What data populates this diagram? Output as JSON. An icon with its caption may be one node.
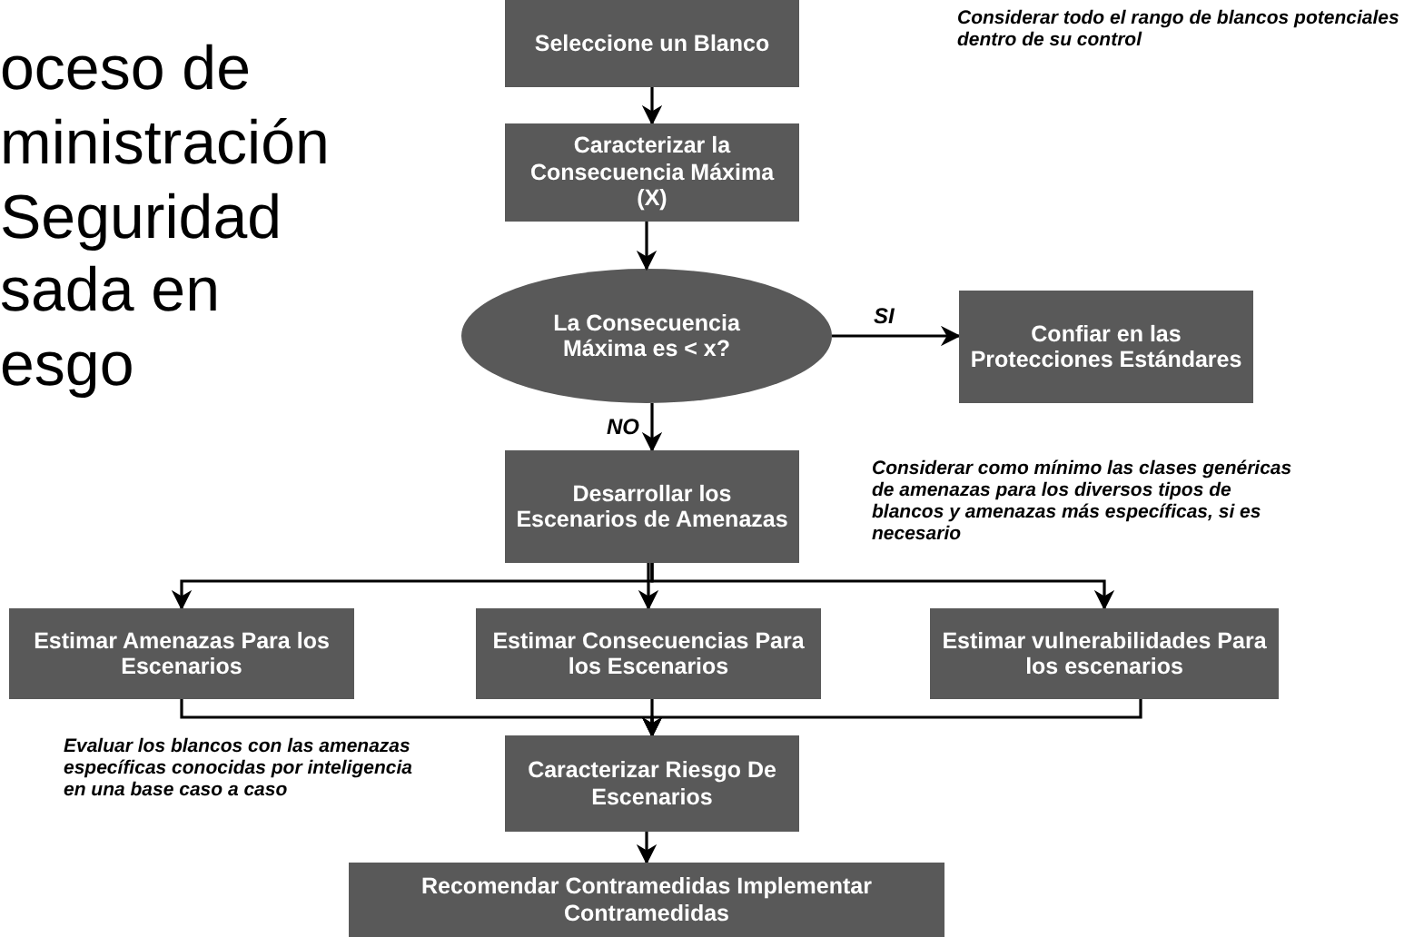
{
  "diagram": {
    "title": "oceso de ministración Seguridad sada en esgo",
    "nodes": [
      {
        "text": [
          "Seleccione un Blanco"
        ]
      },
      {
        "text": [
          "Caracterizar la Consecuencia Máxima (X)"
        ]
      },
      {
        "text": [
          "La Consecuencia Máxima es < x?"
        ]
      },
      {
        "text": [
          "Confiar en las Protecciones Estándares"
        ]
      },
      {
        "text": [
          "Desarrollar los Escenarios de Amenazas"
        ]
      },
      {
        "text": [
          "Estimar Amenazas Para los Escenarios"
        ]
      },
      {
        "text": [
          "Estimar Consecuencias Para los Escenarios"
        ]
      },
      {
        "text": [
          "Estimar vulnerabilidades Para los escenarios"
        ]
      },
      {
        "text": [
          "Caracterizar Riesgo De Escenarios"
        ]
      },
      {
        "text": [
          "Recomendar Contramedidas Implementar Contramedidas"
        ]
      }
    ],
    "edges": [
      {
        "from": 0,
        "to": 1,
        "arrow": "to"
      },
      {
        "from": 1,
        "to": 2,
        "arrow": "to"
      },
      {
        "from": 2,
        "to": 3,
        "arrow": "to",
        "label": "SI"
      },
      {
        "from": 2,
        "to": 4,
        "arrow": "to",
        "label": "NO"
      },
      {
        "from": 4,
        "to": 5,
        "arrow": "to"
      },
      {
        "from": 4,
        "to": 6,
        "arrow": "to"
      },
      {
        "from": 4,
        "to": 7,
        "arrow": "to"
      },
      {
        "from": 5,
        "to": 8,
        "arrow": "to"
      },
      {
        "from": 6,
        "to": 8,
        "arrow": "to"
      },
      {
        "from": 7,
        "to": 8,
        "arrow": "to"
      },
      {
        "from": 8,
        "to": 9,
        "arrow": "to"
      }
    ],
    "labels": [
      "Considerar todo el rango de blancos potenciales dentro de su control",
      "Considerar como mínimo las clases genéricas de amenazas para los diversos tipos de blancos y amenazas más específicas, si es necesario",
      "Evaluar los blancos con las amenazas específicas conocidas por inteligencia en una base caso a caso"
    ]
  }
}
